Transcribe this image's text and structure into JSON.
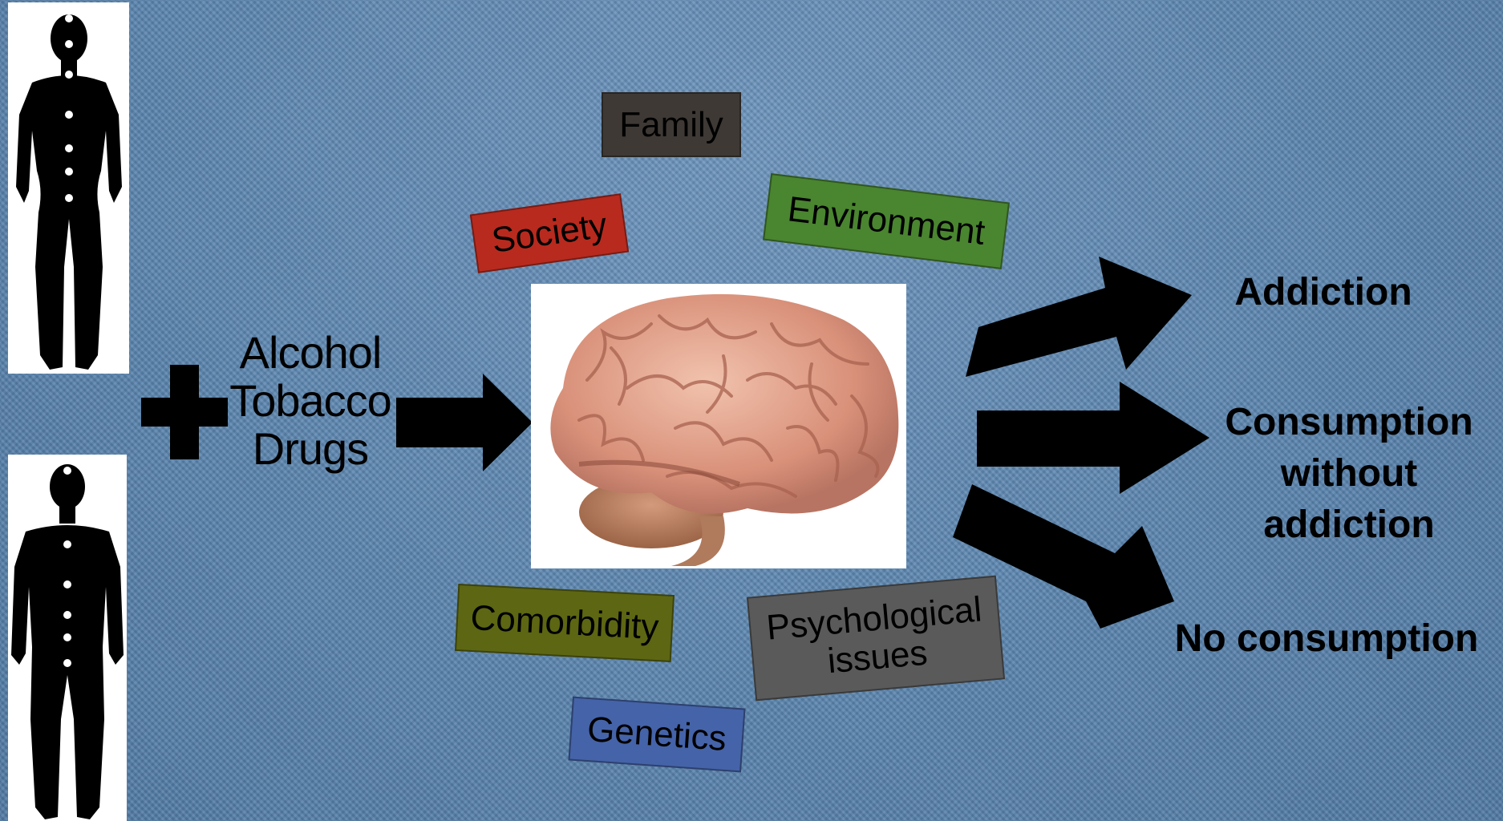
{
  "substances": [
    "Alcohol",
    "Tobacco",
    "Drugs"
  ],
  "factors": {
    "family": {
      "label": "Family",
      "color": "#3e3935"
    },
    "society": {
      "label": "Society",
      "color": "#b82a1e"
    },
    "environment": {
      "label": "Environment",
      "color": "#4a8530"
    },
    "comorbidity": {
      "label": "Comorbidity",
      "color": "#5d6612"
    },
    "psychological": {
      "label": "Psychological issues",
      "color": "#5a5a5a"
    },
    "genetics": {
      "label": "Genetics",
      "color": "#4563a8"
    }
  },
  "outcomes": {
    "addiction": "Addiction",
    "consumption_without_addiction": "Consumption without addiction",
    "no_consumption": "No consumption"
  },
  "icons": [
    "female-silhouette-icon",
    "male-silhouette-icon",
    "plus-icon",
    "brain-icon",
    "arrow-icon"
  ],
  "colors": {
    "background": "#5f88b3",
    "arrows": "#000000"
  }
}
